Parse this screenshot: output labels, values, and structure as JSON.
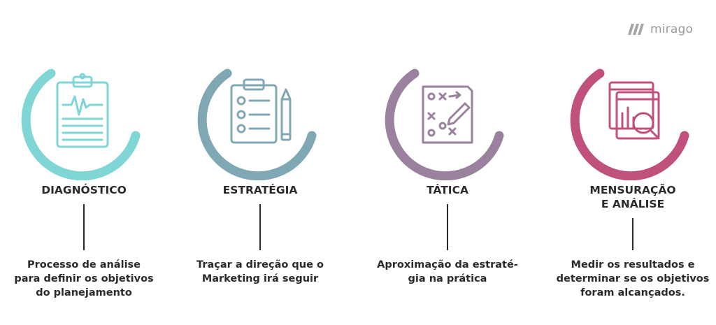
{
  "brand": {
    "name": "mirago"
  },
  "steps": [
    {
      "id": "diagnostico",
      "title_lines": [
        "DIAGNÓSTICO"
      ],
      "desc_lines": [
        "Processo de análise",
        "para definir os objetivos",
        "do planejamento"
      ],
      "icon": "clipboard-heartbeat-icon",
      "color": "#7fd6d4"
    },
    {
      "id": "estrategia",
      "title_lines": [
        "ESTRATÉGIA"
      ],
      "desc_lines": [
        "Traçar a direção que o",
        "Marketing irá seguir"
      ],
      "icon": "checklist-pencil-icon",
      "color": "#80a8b4"
    },
    {
      "id": "tatica",
      "title_lines": [
        "TÁTICA"
      ],
      "desc_lines": [
        "Aproximação da estraté-",
        "gia na prática"
      ],
      "icon": "play-diagram-icon",
      "color": "#9a829e"
    },
    {
      "id": "mensuracao",
      "title_lines": [
        "MENSURAÇÃO",
        "E ANÁLISE"
      ],
      "desc_lines": [
        "Medir os resultados e",
        "determinar se os objetivos",
        "foram alcançados."
      ],
      "icon": "analytics-magnifier-icon",
      "color": "#c0517c"
    }
  ]
}
